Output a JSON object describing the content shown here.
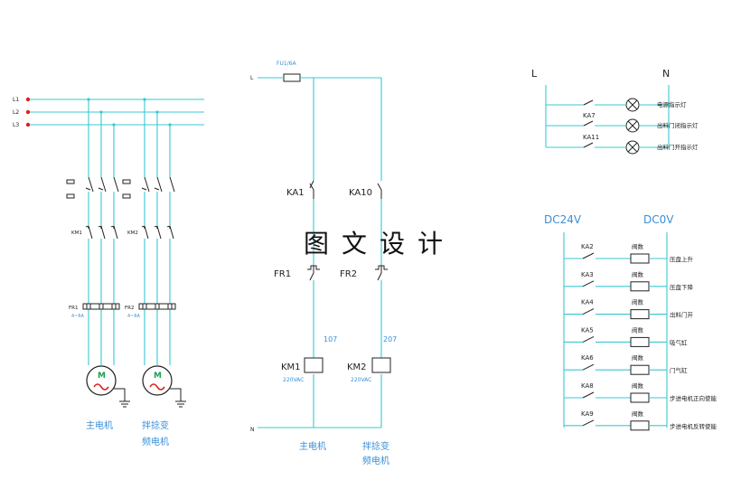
{
  "power": {
    "phases": [
      "L1",
      "L2",
      "L3"
    ],
    "fuse": "FU1/6A",
    "l_label": "L",
    "n_label": "N",
    "km_labels": [
      "KM1",
      "KM2"
    ],
    "fr_labels": [
      "FR1",
      "FR2"
    ],
    "fr_ratings": [
      "4~6A",
      "4~6A"
    ],
    "motor_labels": [
      "主电机",
      "拌捻变",
      "频电机"
    ]
  },
  "control": {
    "contacts": [
      "KA1",
      "KA10"
    ],
    "overloads": [
      "FR1",
      "FR2"
    ],
    "nodes": [
      "107",
      "207"
    ],
    "coils": [
      "KM1",
      "KM2"
    ],
    "coil_voltage": [
      "220VAC",
      "220VAC"
    ],
    "bottom_labels": [
      "主电机",
      "拌捻变",
      "频电机"
    ]
  },
  "indicators": {
    "l_label": "L",
    "n_label": "N",
    "contacts": [
      "",
      "KA7",
      "KA11"
    ],
    "lamps": [
      "电源指示灯",
      "出料门闭指示灯",
      "出料门开指示灯"
    ]
  },
  "solenoids": {
    "dc_plus": "DC24V",
    "dc_zero": "DC0V",
    "rows": [
      {
        "contact": "KA2",
        "tag": "阀数",
        "label": "压盘上升"
      },
      {
        "contact": "KA3",
        "tag": "阀数",
        "label": "压盘下降"
      },
      {
        "contact": "KA4",
        "tag": "阀数",
        "label": "出料门开"
      },
      {
        "contact": "KA5",
        "tag": "阀数",
        "label": "吸气缸"
      },
      {
        "contact": "KA6",
        "tag": "阀数",
        "label": "门气缸"
      },
      {
        "contact": "KA8",
        "tag": "阀数",
        "label": "步进电机正向使能"
      },
      {
        "contact": "KA9",
        "tag": "阀数",
        "label": "步进电机反转使能"
      }
    ]
  },
  "watermark": "图文设计",
  "colors": {
    "wire": "#38c8d0",
    "symbol": "#222222",
    "phase_dot": "#e02020",
    "label_blue": "#3a8fd8"
  }
}
